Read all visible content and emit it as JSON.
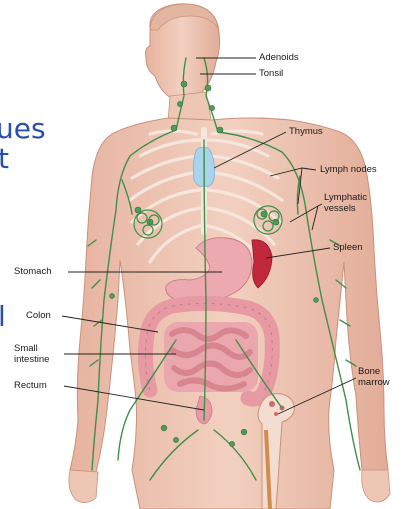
{
  "fragments": {
    "top": "ues",
    "middle": "t",
    "bottom": "l"
  },
  "labels": {
    "adenoids": "Adenoids",
    "tonsil": "Tonsil",
    "thymus": "Thymus",
    "lymph_nodes": "Lymph nodes",
    "lymphatic_vessels_line1": "Lymphatic",
    "lymphatic_vessels_line2": "vessels",
    "spleen": "Spleen",
    "stomach": "Stomach",
    "colon": "Colon",
    "small_intestine_line1": "Small",
    "small_intestine_line2": "intestine",
    "rectum": "Rectum",
    "bone_marrow_line1": "Bone",
    "bone_marrow_line2": "marrow"
  },
  "colors": {
    "skin": "#eec6b4",
    "skin_edge": "#c9917c",
    "lymph_green": "#3f8f4a",
    "thymus_blue": "#a9d4ec",
    "organ_pink": "#e79aa3",
    "spleen_red": "#c2283b",
    "fragment_blue": "#2a4fa8"
  }
}
